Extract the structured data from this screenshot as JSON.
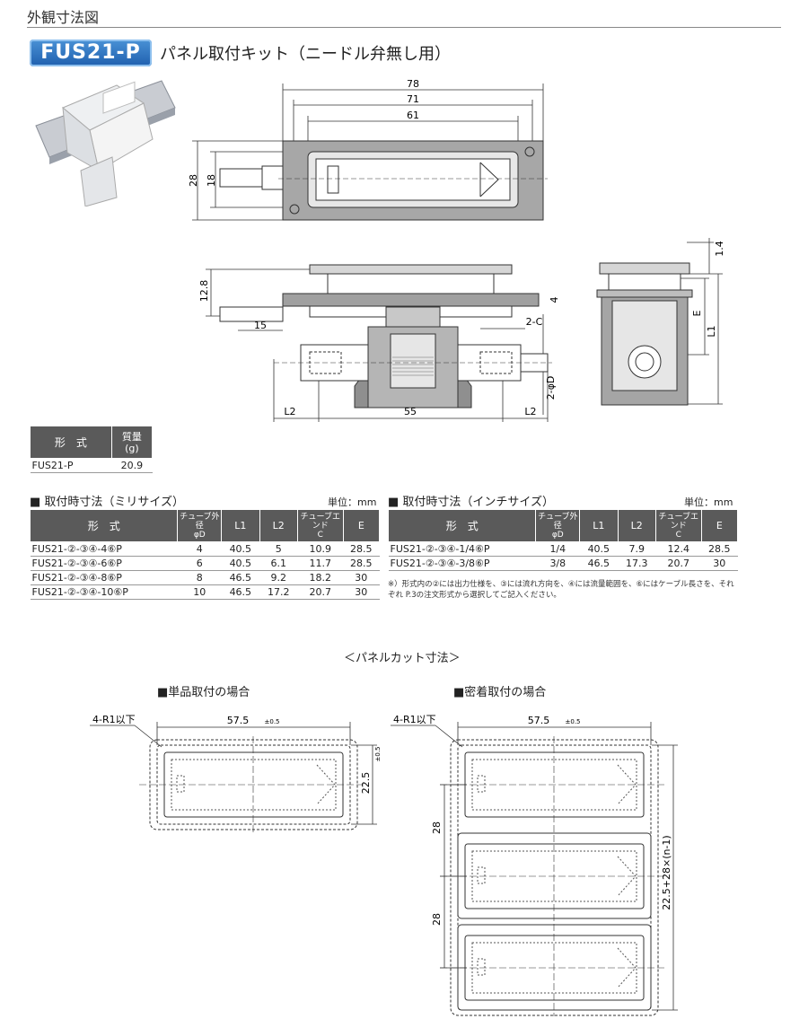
{
  "header": {
    "title": "外観寸法図"
  },
  "product": {
    "code": "FUS21-P",
    "title": "パネル取付キット（ニードル弁無し用）"
  },
  "dims": {
    "d78": "78",
    "d71": "71",
    "d61": "61",
    "d28": "28",
    "d18": "18",
    "d12_8": "12.8",
    "d4": "4",
    "d15": "15",
    "d2c": "2-C",
    "d2phiD": "2-φD",
    "dL2a": "L2",
    "d55": "55",
    "dL2b": "L2",
    "d1_4": "1.4",
    "dE": "E",
    "dL1": "L1"
  },
  "weight_table": {
    "headers": [
      "形　式",
      "質量\n(g)"
    ],
    "rows": [
      [
        "FUS21-P",
        "20.9"
      ]
    ]
  },
  "mm_table": {
    "title": "■ 取付時寸法（ミリサイズ）",
    "unit": "単位：mm",
    "headers": [
      "形　式",
      "チューブ外径\nφD",
      "L1",
      "L2",
      "チューブエンド\nC",
      "E"
    ],
    "rows": [
      [
        "FUS21-②-③④-4⑥P",
        "4",
        "40.5",
        "5",
        "10.9",
        "28.5"
      ],
      [
        "FUS21-②-③④-6⑥P",
        "6",
        "40.5",
        "6.1",
        "11.7",
        "28.5"
      ],
      [
        "FUS21-②-③④-8⑥P",
        "8",
        "46.5",
        "9.2",
        "18.2",
        "30"
      ],
      [
        "FUS21-②-③④-10⑥P",
        "10",
        "46.5",
        "17.2",
        "20.7",
        "30"
      ]
    ]
  },
  "inch_table": {
    "title": "■ 取付時寸法（インチサイズ）",
    "unit": "単位：mm",
    "headers": [
      "形　式",
      "チューブ外径\nφD",
      "L1",
      "L2",
      "チューブエンド\nC",
      "E"
    ],
    "rows": [
      [
        "FUS21-②-③④-1/4⑥P",
        "1/4",
        "40.5",
        "7.9",
        "12.4",
        "28.5"
      ],
      [
        "FUS21-②-③④-3/8⑥P",
        "3/8",
        "46.5",
        "17.3",
        "20.7",
        "30"
      ]
    ],
    "note": "※）形式内の②には出力仕様を、③には流れ方向を、④には流量範囲を、⑥にはケーブル長さを、それぞれ P.3の注文形式から選択してご記入ください。"
  },
  "panel_cut": {
    "title": "＜パネルカット寸法＞",
    "single": {
      "title": "■単品取付の場合",
      "radius": "4-R1以下",
      "width": "57.5",
      "width_tol": "±0.5",
      "height": "22.5",
      "height_tol": "±0.5"
    },
    "multi": {
      "title": "■密着取付の場合",
      "radius": "4-R1以下",
      "width": "57.5",
      "width_tol": "±0.5",
      "pitch1": "28",
      "pitch2": "28",
      "height": "22.5+28×(n-1)"
    }
  },
  "colors": {
    "badge": "#2f74c0",
    "table_header": "#5a5a5a",
    "part_gray": "#9a9a9a"
  }
}
